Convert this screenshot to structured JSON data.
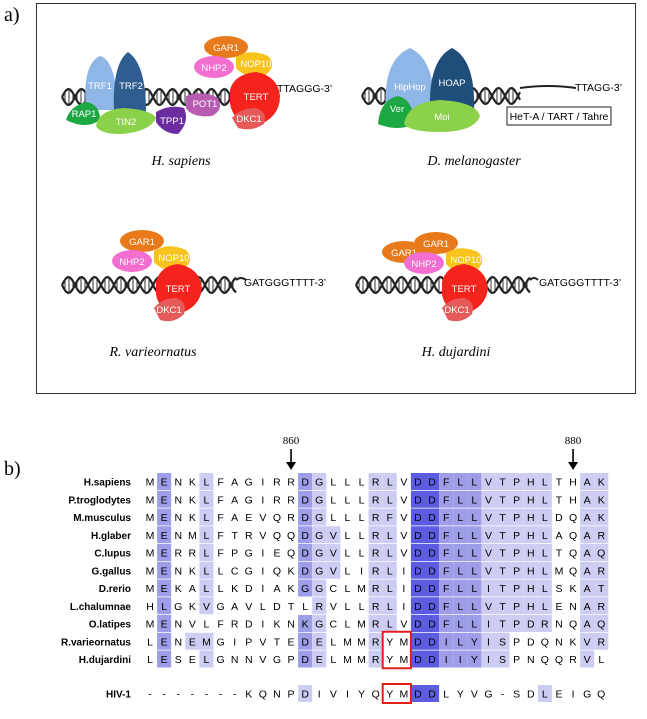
{
  "panel_a": {
    "label": "a)",
    "species": [
      {
        "name": "H. sapiens",
        "telomere_seq": "TTAGGG-3’",
        "proteins": [
          {
            "label": "TRF1",
            "color": "#8eb6e6"
          },
          {
            "label": "TRF2",
            "color": "#2f5d8f"
          },
          {
            "label": "RAP1",
            "color": "#1ea844"
          },
          {
            "label": "TIN2",
            "color": "#8bd14a"
          },
          {
            "label": "TPP1",
            "color": "#6a2c9e"
          },
          {
            "label": "POT1",
            "color": "#b75cb0"
          },
          {
            "label": "GAR1",
            "color": "#e87a1c"
          },
          {
            "label": "NHP2",
            "color": "#f26fcf"
          },
          {
            "label": "NOP10",
            "color": "#f7c31c"
          },
          {
            "label": "TERT",
            "color": "#f4231b"
          },
          {
            "label": "DKC1",
            "color": "#e65a5a"
          }
        ]
      },
      {
        "name": "D. melanogaster",
        "telomere_seq": "TTAGG-3’",
        "box_text": "HeT-A / TART / Tahre",
        "proteins": [
          {
            "label": "HipHop",
            "color": "#8eb6e6"
          },
          {
            "label": "HOAP",
            "color": "#1f4e7a"
          },
          {
            "label": "Ver",
            "color": "#1ea844"
          },
          {
            "label": "Moi",
            "color": "#8bd14a"
          }
        ]
      },
      {
        "name": "R. varieornatus",
        "telomere_seq": "GATGGGTTTT-3’",
        "proteins": [
          {
            "label": "GAR1",
            "color": "#e87a1c"
          },
          {
            "label": "NHP2",
            "color": "#f26fcf"
          },
          {
            "label": "NOP10",
            "color": "#f7c31c"
          },
          {
            "label": "TERT",
            "color": "#f4231b"
          },
          {
            "label": "DKC1",
            "color": "#e65a5a"
          }
        ]
      },
      {
        "name": "H. dujardini",
        "telomere_seq": "GATGGGTTTT-3’",
        "proteins": [
          {
            "label": "GAR1",
            "color": "#e87a1c"
          },
          {
            "label": "GAR1",
            "color": "#e87a1c"
          },
          {
            "label": "NHP2",
            "color": "#f26fcf"
          },
          {
            "label": "NOP10",
            "color": "#f7c31c"
          },
          {
            "label": "TERT",
            "color": "#f4231b"
          },
          {
            "label": "DKC1",
            "color": "#e65a5a"
          }
        ]
      }
    ]
  },
  "panel_b": {
    "label": "b)",
    "markers": [
      {
        "label": "860",
        "column": 10
      },
      {
        "label": "880",
        "column": 30
      }
    ],
    "rows": [
      {
        "name": "H.sapiens",
        "seq": "MENKLFAGIRRDGLLLRLVDDFLLVTPHLTHAK"
      },
      {
        "name": "P.troglodytes",
        "seq": "MENKLFAGIRRDGLLLRLVDDFLLVTPHLTHAK"
      },
      {
        "name": "M.musculus",
        "seq": "MENKLFAEVQRDGLLLRFVDDFLLVTPHLDQAK"
      },
      {
        "name": "H.glaber",
        "seq": "MENMLFTRVQQDGVLLRLVDDFLLVTPHLAQAR"
      },
      {
        "name": "C.lupus",
        "seq": "MERRLFPGIEQDGVLLRLVDDFLLVTPHLTQAQ"
      },
      {
        "name": "G.gallus",
        "seq": "MENKLLCGIQKDGVLIRLIDDFLLVTPHLMQAR"
      },
      {
        "name": "D.rerio",
        "seq": "MEKALLKDIAKGGCLMRLIDDFLLITPHLSKAT"
      },
      {
        "name": "L.chalumnae",
        "seq": "HLGKVGAVLDTLRVLLRLIDDFLLVTPHLENAR"
      },
      {
        "name": "O.latipes",
        "seq": "MENVLFRDIKNKGCLMRLVDDFLLITPDRNQAQ"
      },
      {
        "name": "R.varieornatus",
        "seq": "LENEMGIPVTEDELMMRYMDDILYISPDQNKVR"
      },
      {
        "name": "H.dujardini",
        "seq": "LESELGNNVGPDELMMRYMDDIIYISPNQQRVL"
      }
    ],
    "hiv_row": {
      "name": "HIV-1",
      "seq": "-------KQNPDIVIYQYMDDLYVG-SDLEIGQ"
    },
    "highlight_colors": {
      "dark": "#5c5ce0",
      "medium": "#9d9de8",
      "light": "#cdcdf4",
      "box": "#e0201c"
    }
  }
}
